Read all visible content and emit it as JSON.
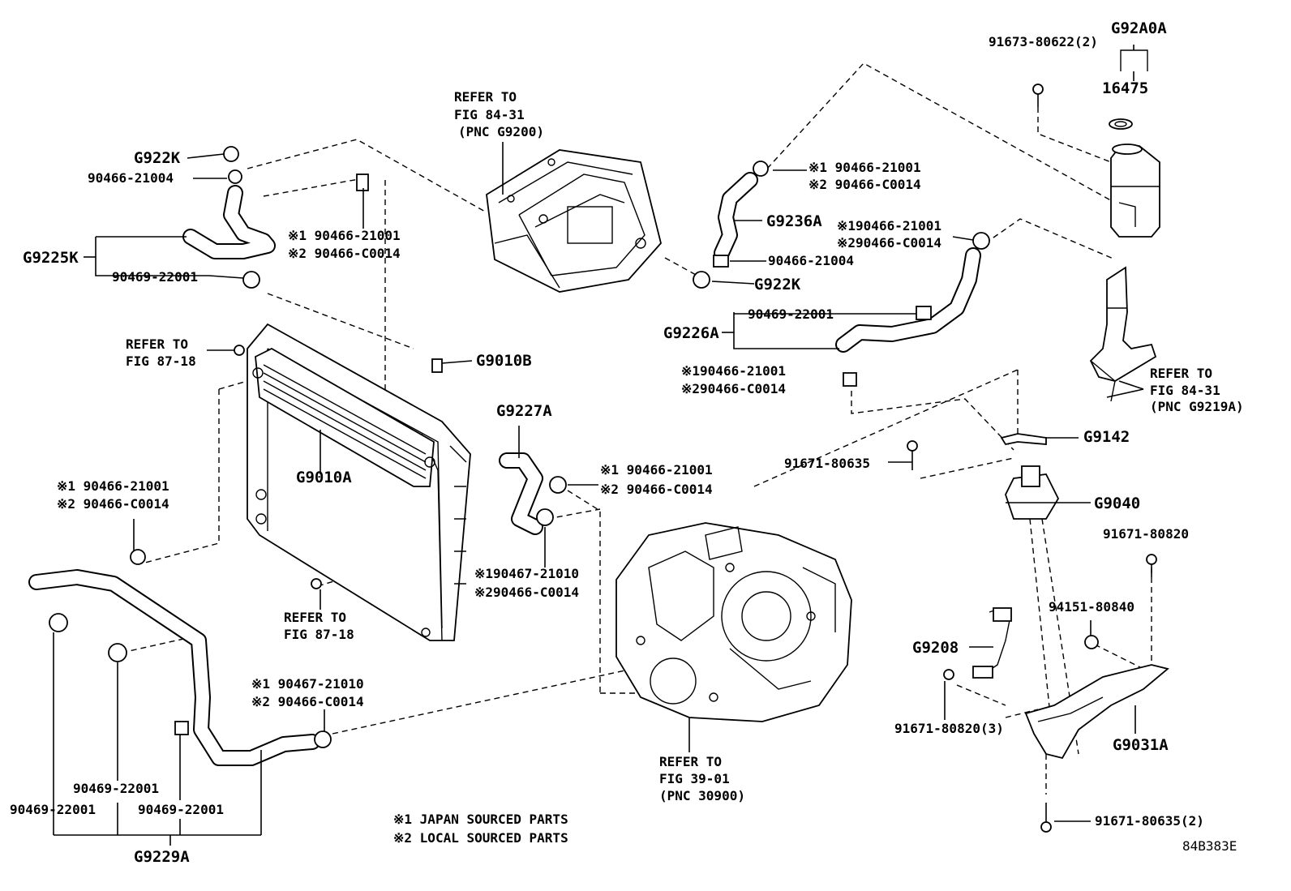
{
  "labels": {
    "g92a0a": "G92A0A",
    "p16475": "16475",
    "p91673_80622": "91673-80622(2)",
    "refer_84_31_a": "REFER TO",
    "fig_84_31_a": "FIG 84-31",
    "pnc_g9200": "(PNC G9200)",
    "g922k_a": "G922K",
    "p90466_21004_a": "90466-21004",
    "g9225k": "G9225K",
    "p90469_22001_a": "90469-22001",
    "n1_a": "※1 90466-21001",
    "n2_a": "※2 90466-C0014",
    "n1_b": "※1 90466-21001",
    "n2_b": "※2 90466-C0014",
    "g9236a": "G9236A",
    "n1_c": "※190466-21001",
    "n2_c": "※290466-C0014",
    "p90466_21004_b": "90466-21004",
    "g922k_b": "G922K",
    "p90469_22001_b": "90469-22001",
    "g9226a": "G9226A",
    "n1_d": "※190466-21001",
    "n2_d": "※290466-C0014",
    "refer_87_18_a": "REFER TO",
    "fig_87_18_a": "FIG 87-18",
    "g9010b": "G9010B",
    "g9010a": "G9010A",
    "refer_84_31_b": "REFER TO",
    "fig_84_31_b": "FIG 84-31",
    "pnc_g9219a": "(PNC G9219A)",
    "g9227a": "G9227A",
    "n1_e": "※1 90466-21001",
    "n2_e": "※2 90466-C0014",
    "g9142": "G9142",
    "p91671_80635_a": "91671-80635",
    "g9040": "G9040",
    "n1_f": "※1 90466-21001",
    "n2_f": "※2 90466-C0014",
    "n1_g": "※190467-21010",
    "n2_g": "※290466-C0014",
    "p91671_80820_a": "91671-80820",
    "refer_87_18_b": "REFER TO",
    "fig_87_18_b": "FIG 87-18",
    "p94151_80840": "94151-80840",
    "g9208": "G9208",
    "n1_h": "※1 90467-21010",
    "n2_h": "※2 90466-C0014",
    "p91671_80820_b": "91671-80820(3)",
    "g9031a": "G9031A",
    "refer_39_01": "REFER TO",
    "fig_39_01": "FIG 39-01",
    "pnc_30900": "(PNC 30900)",
    "p90469_22001_c": "90469-22001",
    "p90469_22001_d": "90469-22001",
    "p90469_22001_e": "90469-22001",
    "g9229a": "G9229A",
    "legend_1": "※1 JAPAN SOURCED PARTS",
    "legend_2": "※2 LOCAL SOURCED PARTS",
    "p91671_80635_b": "91671-80635(2)",
    "diagram_code": "84B383E"
  }
}
